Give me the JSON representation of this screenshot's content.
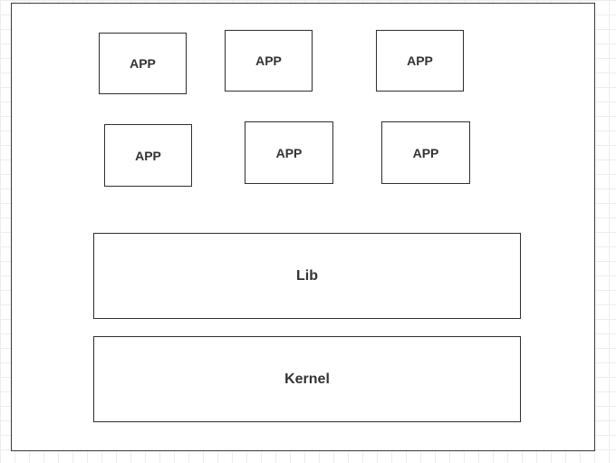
{
  "diagram": {
    "apps": [
      {
        "label": "APP"
      },
      {
        "label": "APP"
      },
      {
        "label": "APP"
      },
      {
        "label": "APP"
      },
      {
        "label": "APP"
      },
      {
        "label": "APP"
      }
    ],
    "lib": {
      "label": "Lib"
    },
    "kernel": {
      "label": "Kernel"
    }
  }
}
